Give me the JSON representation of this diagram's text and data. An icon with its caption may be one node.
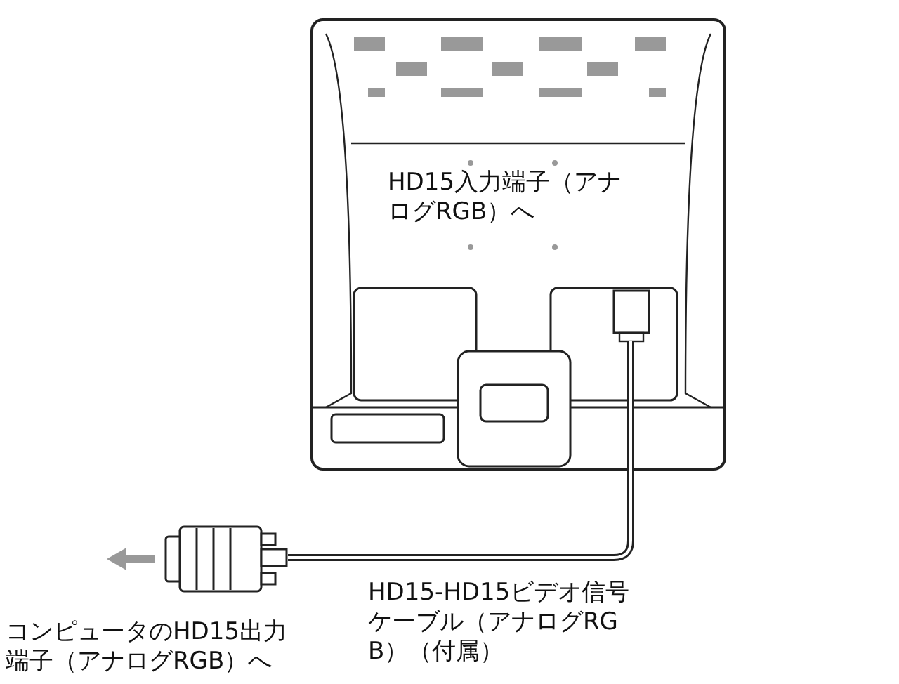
{
  "diagram": {
    "labels": [
      "HD15入力端子（アナログRGB）へ",
      "HD15-HD15ビデオ信号ケーブル（アナログRGB）（付属）",
      "コンピュータのHD15出力端子（アナログRGB）へ"
    ]
  }
}
